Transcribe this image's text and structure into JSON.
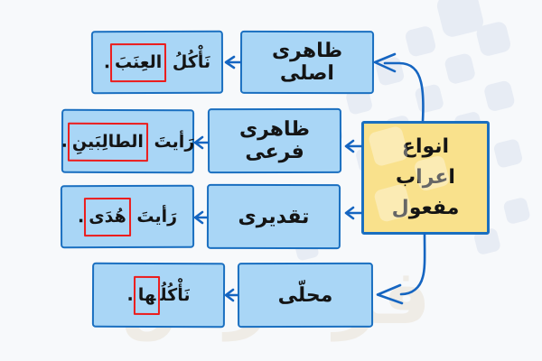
{
  "title_box": {
    "lines": [
      "انواع",
      "اعراب",
      "مفعول"
    ],
    "fill_color": "#f9e18c"
  },
  "rows": [
    {
      "category": "ظاهرى اصلى",
      "example": {
        "prefix": "نَأْكُلُ ",
        "highlight": "العِنَبَ",
        "suffix": "."
      }
    },
    {
      "category": "ظاهرى فرعى",
      "example": {
        "prefix": "رَأيتَ ",
        "highlight": "الطالِبَينِ",
        "suffix": "."
      }
    },
    {
      "category": "تقديرى",
      "example": {
        "prefix": "رَأيتَ ",
        "highlight": "هُدَى",
        "suffix": "."
      }
    },
    {
      "category": "محلّى",
      "example": {
        "prefix": "نَأْكُلُ",
        "highlight": "ها",
        "suffix": "."
      }
    }
  ],
  "watermark": {
    "text": "فرادرس"
  },
  "colors": {
    "background": "#f7f9fb",
    "node_fill": "#a9d6f6",
    "node_border": "#1a6fc0",
    "root_fill": "#f9e18c",
    "highlight_border": "#ec1c1c",
    "arrow": "#1565c1",
    "text": "#141414"
  }
}
